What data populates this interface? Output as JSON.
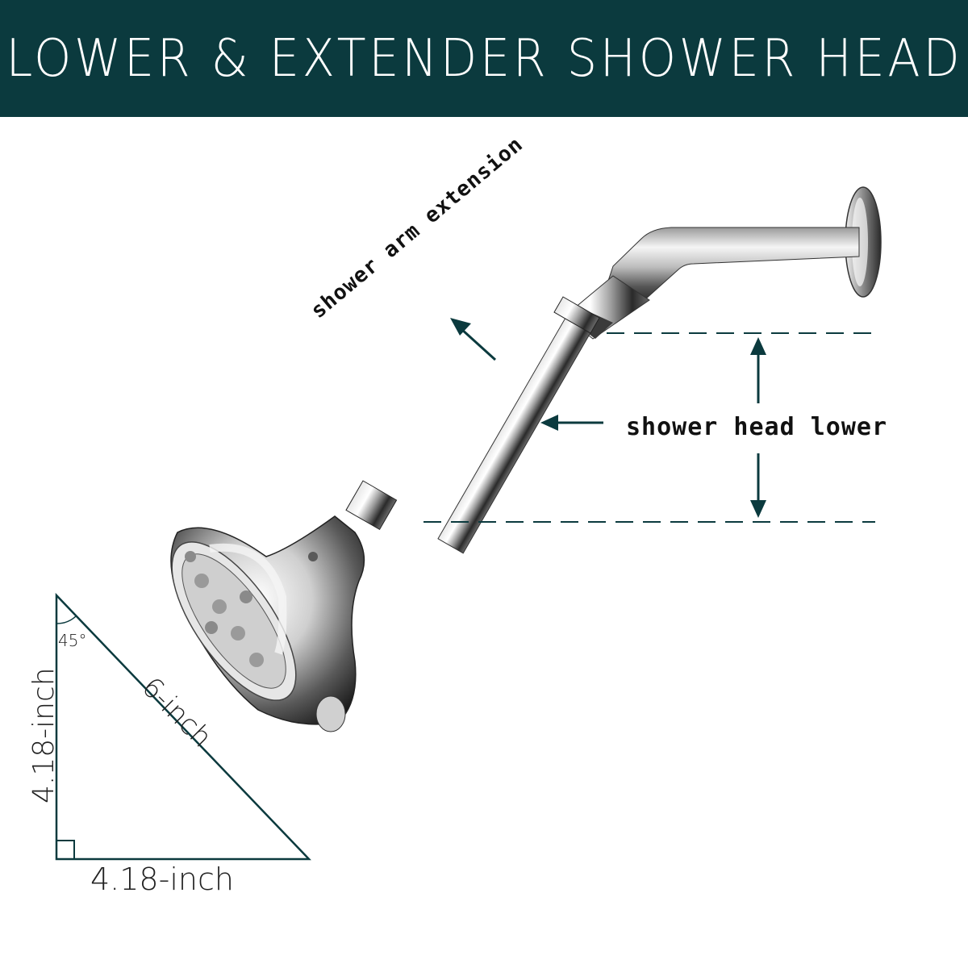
{
  "header": {
    "title": "LOWER & EXTENDER SHOWER HEAD"
  },
  "labels": {
    "arm_extension": "shower arm extension",
    "head_lower": "shower head lower"
  },
  "triangle": {
    "angle": "45°",
    "hypotenuse": "6-inch",
    "vertical_side": "4.18-inch",
    "horizontal_side": "4.18-inch"
  },
  "colors": {
    "header_bg": "#0b3a3e",
    "arrow": "#0b3a3e",
    "line": "#0b3a3e"
  }
}
